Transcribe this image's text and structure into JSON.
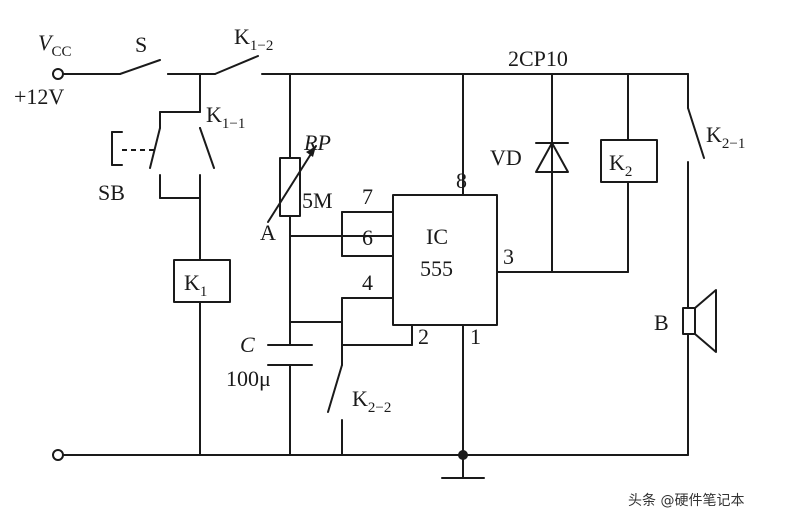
{
  "supply": {
    "v": "V",
    "v_sub": "CC",
    "voltage": "+12V"
  },
  "switches": {
    "s": "S",
    "k12": "K",
    "k12_sub": "1−2",
    "k11": "K",
    "k11_sub": "1−1",
    "sb": "SB",
    "k21": "K",
    "k21_sub": "2−1",
    "k22": "K",
    "k22_sub": "2−2"
  },
  "relays": {
    "k1": "K",
    "k1_sub": "1",
    "k2": "K",
    "k2_sub": "2"
  },
  "rp": {
    "name": "RP",
    "value": "5M",
    "node": "A"
  },
  "capacitor": {
    "name": "C",
    "value": "100μ"
  },
  "ic": {
    "line1": "IC",
    "line2": "555"
  },
  "pins": {
    "p1": "1",
    "p2": "2",
    "p3": "3",
    "p4": "4",
    "p6": "6",
    "p7": "7",
    "p8": "8"
  },
  "diode": {
    "part": "2CP10",
    "name": "VD"
  },
  "speaker": {
    "name": "B"
  },
  "watermark": "头条 @硬件笔记本"
}
